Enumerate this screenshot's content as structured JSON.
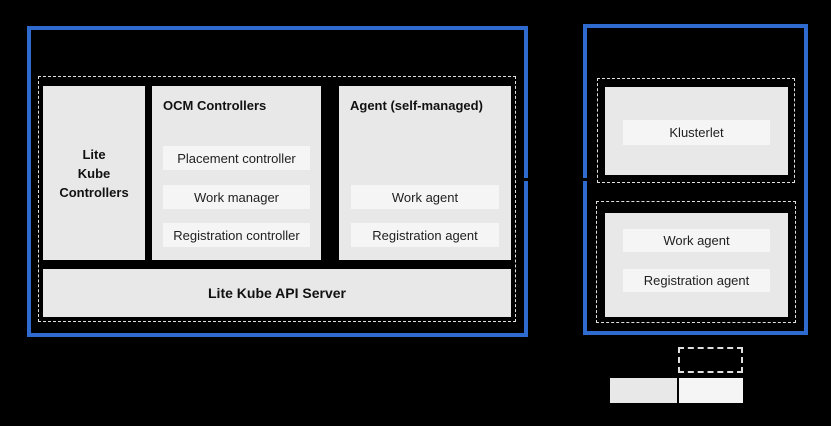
{
  "colors": {
    "background": "#000000",
    "cluster_border": "#2f6bce",
    "panel_fill": "#e8e8e8",
    "chip_fill": "#f5f5f5",
    "dashed_border": "#e0e0e0",
    "text": "#1a1a1a"
  },
  "hub_cluster": {
    "lite_kube_controllers": {
      "lines": [
        "Lite",
        "Kube",
        "Controllers"
      ]
    },
    "ocm_controllers": {
      "title": "OCM Controllers",
      "items": [
        "Placement controller",
        "Work manager",
        "Registration controller"
      ]
    },
    "agent": {
      "title": "Agent (self-managed)",
      "items": [
        "Work agent",
        "Registration agent"
      ]
    },
    "api_server_label": "Lite Kube API Server"
  },
  "managed_cluster": {
    "klusterlet_label": "Klusterlet",
    "agent_items": [
      "Work agent",
      "Registration agent"
    ]
  }
}
